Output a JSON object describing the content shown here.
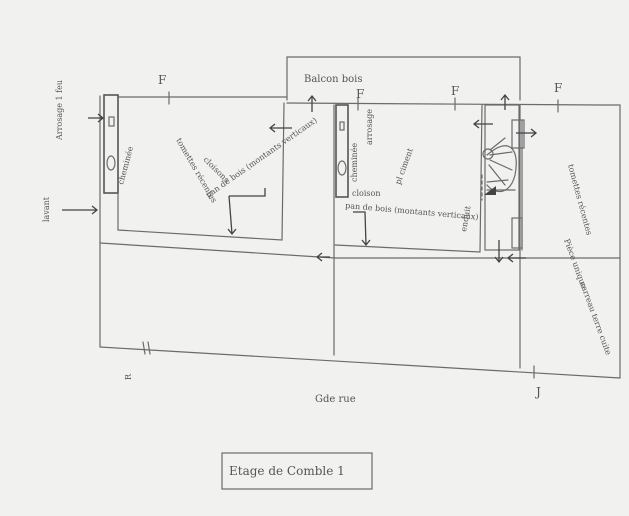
{
  "labels": {
    "balcon": "Balcon bois",
    "f_marks": [
      "F",
      "F",
      "F",
      "F"
    ],
    "arrosage": "Arrosage 1 feu",
    "lavant": "lavant",
    "cheminee_left": "cheminée",
    "tomettes_left": "tomettes récentes",
    "cloisons_left": "cloisons",
    "pan_bois_left": "pan de bois (montants verticaux)",
    "cheminee_mid": "cheminée",
    "arrosage_mid": "arrosage",
    "pl_ciment": "pl ciment",
    "cloison_mid": "cloison",
    "pan_bois_mid": "pan de bois (montants verticaux)",
    "enduit": "enduit",
    "tomettes_right": "tomettes récentes",
    "piece_unique": "Pièce unique",
    "carreau": "carreau terre cuite",
    "rue": "Gde rue",
    "j_mark": "J",
    "r_mark": "R",
    "title": "Etage de Comble 1"
  }
}
